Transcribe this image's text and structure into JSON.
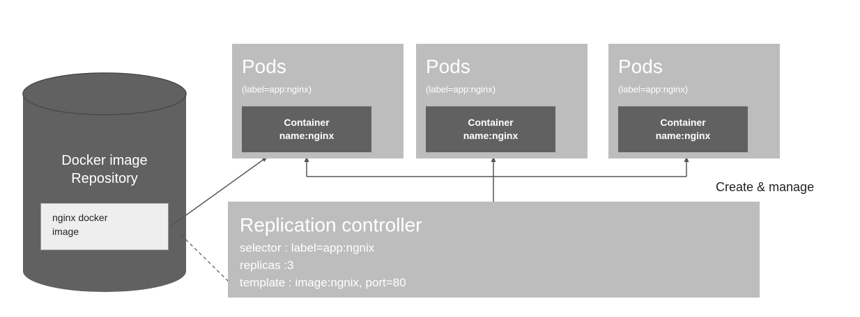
{
  "repository": {
    "title_line1": "Docker image",
    "title_line2": "Repository",
    "image_line1": "nginx docker",
    "image_line2": "image"
  },
  "pods": [
    {
      "title": "Pods",
      "label": "(label=app:nginx)",
      "container_line1": "Container",
      "container_line2": "name:nginx"
    },
    {
      "title": "Pods",
      "label": "(label=app:nginx)",
      "container_line1": "Container",
      "container_line2": "name:nginx"
    },
    {
      "title": "Pods",
      "label": "(label=app:nginx)",
      "container_line1": "Container",
      "container_line2": "name:nginx"
    }
  ],
  "relation_label": "Create & manage",
  "replication_controller": {
    "title": "Replication controller",
    "selector": "selector : label=app:ngnix",
    "replicas": "replicas :3",
    "template": "template : image:ngnix, port=80"
  },
  "colors": {
    "cylinder": "#616161",
    "pod_box": "#bdbdbd",
    "container_box": "#616161",
    "arrow": "#555555"
  }
}
